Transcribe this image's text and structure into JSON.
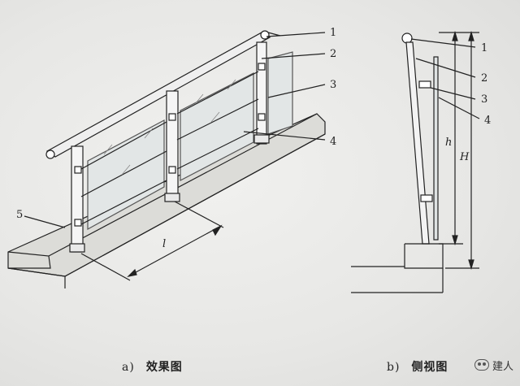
{
  "callouts_left": [
    "1",
    "2",
    "3",
    "4",
    "5"
  ],
  "callouts_right": [
    "1",
    "2",
    "3",
    "4"
  ],
  "dimensions": {
    "length": "l",
    "inner_height": "h",
    "total_height": "H"
  },
  "captions": {
    "left": {
      "letter": "a)",
      "title": "效果图"
    },
    "right": {
      "letter": "b)",
      "title": "侧视图"
    }
  },
  "watermark": {
    "icon": "wechat-icon",
    "text": "建人"
  }
}
